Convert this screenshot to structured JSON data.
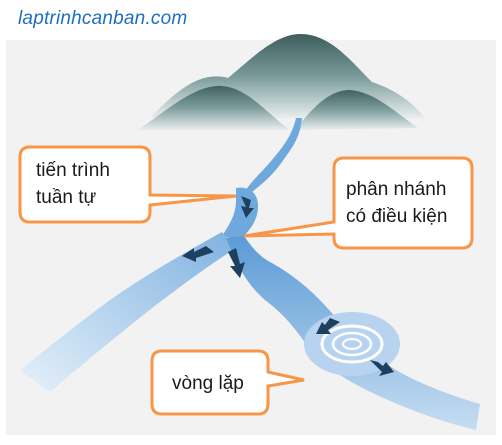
{
  "watermark": "laptrinhcanban.com",
  "callouts": {
    "sequence": {
      "line1": "tiến trình",
      "line2": "tuần tự"
    },
    "branch": {
      "line1": "phân nhánh",
      "line2": "có điều kiện"
    },
    "loop": {
      "line1": "vòng lặp"
    }
  },
  "colors": {
    "background": "#f2f2f2",
    "callout_border": "#f79646",
    "mountain": "#5f7f7f",
    "river": "#8fbde6",
    "arrow": "#1f3f5f",
    "watermark": "#1f6fc0"
  }
}
